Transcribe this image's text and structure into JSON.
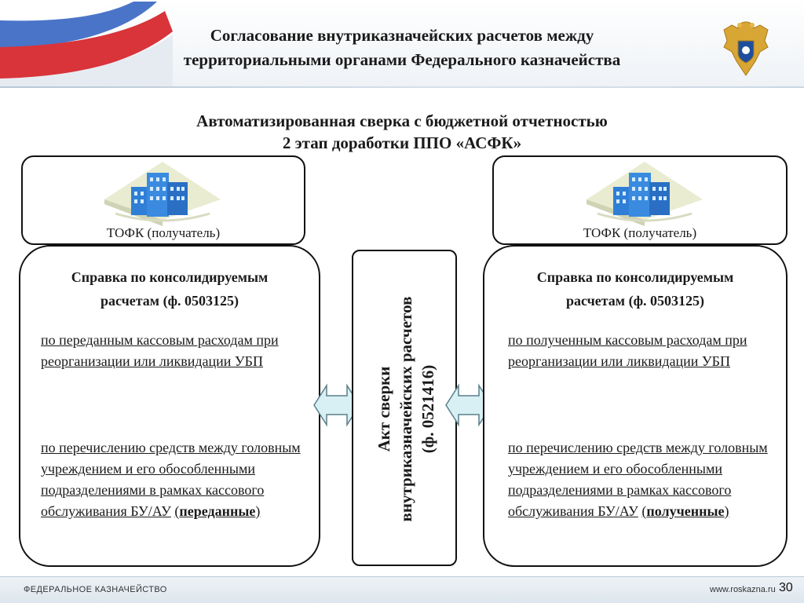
{
  "header": {
    "title_line1": "Согласование внутриказначейских расчетов между",
    "title_line2": "территориальными органами Федерального казначейства"
  },
  "subtitle": {
    "line1": "Автоматизированная сверка с бюджетной отчетностью",
    "line2": "2 этап доработки ППО «АСФК»"
  },
  "left_tofk": {
    "label": "ТОФК (получатель)",
    "icon": "building-icon"
  },
  "right_tofk": {
    "label": "ТОФК (получатель)",
    "icon": "building-icon"
  },
  "left_reference": {
    "title_line1": "Справка по консолидируемым",
    "title_line2": "расчетам (ф. 0503125)",
    "item1": "по переданным кассовым расходам при реорганизации или ликвидации УБП",
    "item2": "по перечислению средств между головным учреждением и его обособленными подразделениями в рамках кассового обслуживания БУ/АУ",
    "item2_open": "(",
    "item2_bold": "переданные",
    "item2_close": ")"
  },
  "right_reference": {
    "title_line1": "Справка по консолидируемым",
    "title_line2": "расчетам (ф. 0503125)",
    "item1": "по  полученным кассовым расходам при реорганизации или ликвидации УБП",
    "item2": "по перечислению средств между головным учреждением и его обособленными подразделениями в рамках кассового обслуживания БУ/АУ",
    "item2_open": "(",
    "item2_bold": "полученные",
    "item2_close": ")"
  },
  "act": {
    "line1": "Акт сверки",
    "line2": "внутриказначейских расчетов",
    "line3": "(ф. 0521416)"
  },
  "footer": {
    "org": "ФЕДЕРАЛЬНОЕ КАЗНАЧЕЙСТВО",
    "url": "www.roskazna.ru",
    "page": "30"
  },
  "colors": {
    "arrow_fill": "#d8f0f4",
    "building_blue": "#2f7fd6",
    "header_band": "#eef2f6"
  }
}
